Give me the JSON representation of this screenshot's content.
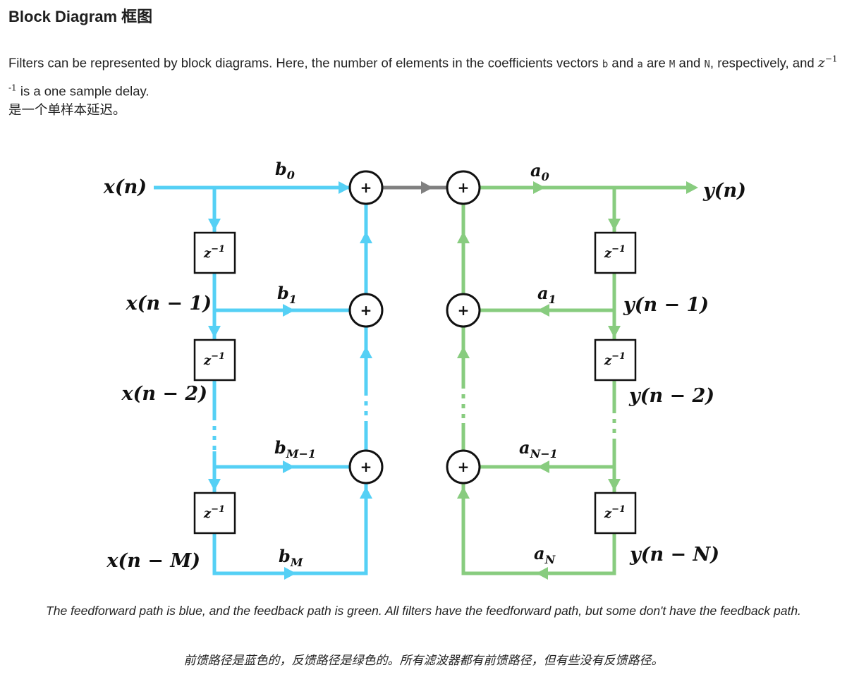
{
  "title": "Block Diagram  框图",
  "intro": {
    "t1": "Filters can be represented by block diagrams. Here, the number of elements in the coefficients vectors ",
    "b": "b",
    "t2": " and ",
    "a": "a",
    "t3": " are ",
    "M": "M",
    "t4": " and ",
    "N": "N",
    "t5": ", respectively, and ",
    "z": "z",
    "zexp": "−1",
    "zexp2": "-1",
    "t6": " is a one sample delay.",
    "cn": "是一个单样本延迟。"
  },
  "diagram": {
    "colors": {
      "feedforward": "#55d0f5",
      "feedback": "#88cc7f",
      "link": "#808080"
    },
    "x_labels": [
      "x(n)",
      "x(n − 1)",
      "x(n − 2)",
      "x(n − M)"
    ],
    "y_labels": [
      "y(n)",
      "y(n − 1)",
      "y(n − 2)",
      "y(n − N)"
    ],
    "b_labels": [
      {
        "base": "b",
        "sub": "0"
      },
      {
        "base": "b",
        "sub": "1"
      },
      {
        "base": "b",
        "sub": "M−1"
      },
      {
        "base": "b",
        "sub": "M"
      }
    ],
    "a_labels": [
      {
        "base": "a",
        "sub": "0"
      },
      {
        "base": "a",
        "sub": "1"
      },
      {
        "base": "a",
        "sub": "N−1"
      },
      {
        "base": "a",
        "sub": "N"
      }
    ],
    "delay_label": {
      "base": "z",
      "sup": "−1"
    },
    "adder_symbol": "+"
  },
  "caption_en": "The feedforward path is blue, and the feedback path is green. All filters have the feedforward path, but some don't have the feedback path.",
  "caption_cn": "前馈路径是蓝色的，反馈路径是绿色的。所有滤波器都有前馈路径，但有些没有反馈路径。"
}
